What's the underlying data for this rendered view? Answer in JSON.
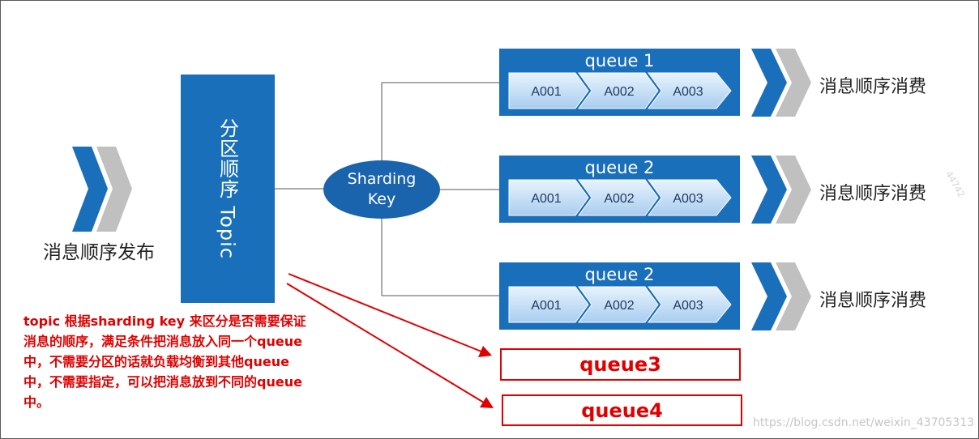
{
  "publisher": {
    "label": "消息顺序发布"
  },
  "topic": {
    "label": "分区顺序 Topic"
  },
  "sharding_key": {
    "line1": "Sharding",
    "line2": "Key"
  },
  "queues": [
    {
      "title": "queue 1",
      "messages": [
        "A001",
        "A002",
        "A003"
      ],
      "consumer_label": "消息顺序消费"
    },
    {
      "title": "queue 2",
      "messages": [
        "A001",
        "A002",
        "A003"
      ],
      "consumer_label": "消息顺序消费"
    },
    {
      "title": "queue 2",
      "messages": [
        "A001",
        "A002",
        "A003"
      ],
      "consumer_label": "消息顺序消费"
    }
  ],
  "annotation": {
    "text": "topic 根据sharding key 来区分是否需要保证消息的顺序，满足条件把消息放入同一个queue中，不需要分区的话就负载均衡到其他queue 中，不需要指定，可以把消息放到不同的queue中。",
    "targets": [
      "queue3",
      "queue4"
    ]
  },
  "watermark": {
    "url": "https://blog.csdn.net/weixin_43705313",
    "side": "44742"
  },
  "colors": {
    "primary_blue": "#1a6fba",
    "ellipse_blue": "#1a63ad",
    "chevron_light_blue": "#b9d9f6",
    "chevron_gray": "#c0c0c0",
    "annotation_red": "#e00000"
  }
}
